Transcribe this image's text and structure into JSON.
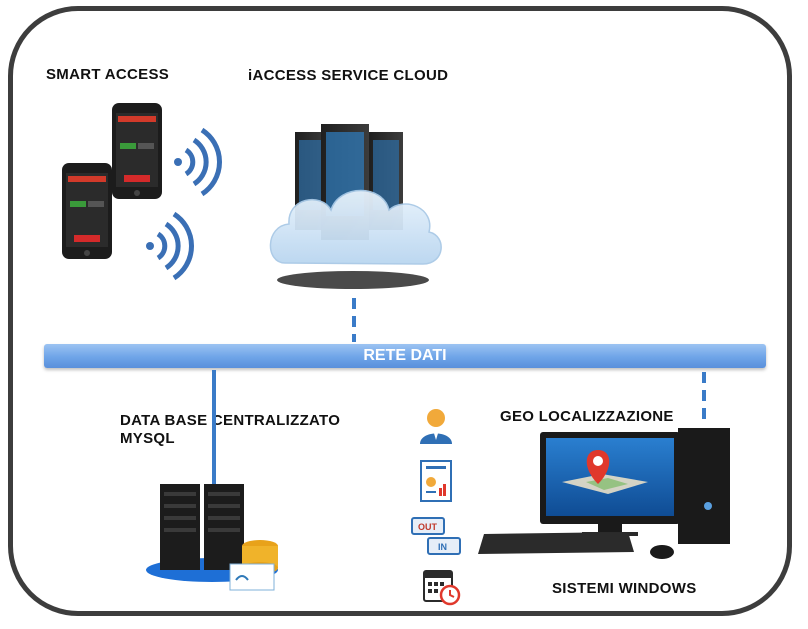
{
  "labels": {
    "smart_access": "SMART ACCESS",
    "cloud": "iACCESS SERVICE CLOUD",
    "network": "RETE DATI",
    "database_line1": "DATA BASE CENTRALIZZATO",
    "database_line2": "MYSQL",
    "geo": "GEO LOCALIZZAZIONE",
    "windows": "SISTEMI WINDOWS"
  },
  "icons": [
    "phone-icon",
    "wifi-icon",
    "server-icon",
    "cloud-icon",
    "database-icon",
    "user-icon",
    "report-icon",
    "out-in-icon",
    "calendar-clock-icon",
    "desktop-computer-icon",
    "map-pin-icon"
  ],
  "colors": {
    "frame": "#3d3d3d",
    "network_bar": "#6ea4e8",
    "connector": "#3a7bc8",
    "wifi": "#3a6fb5",
    "pin": "#e0382c"
  }
}
